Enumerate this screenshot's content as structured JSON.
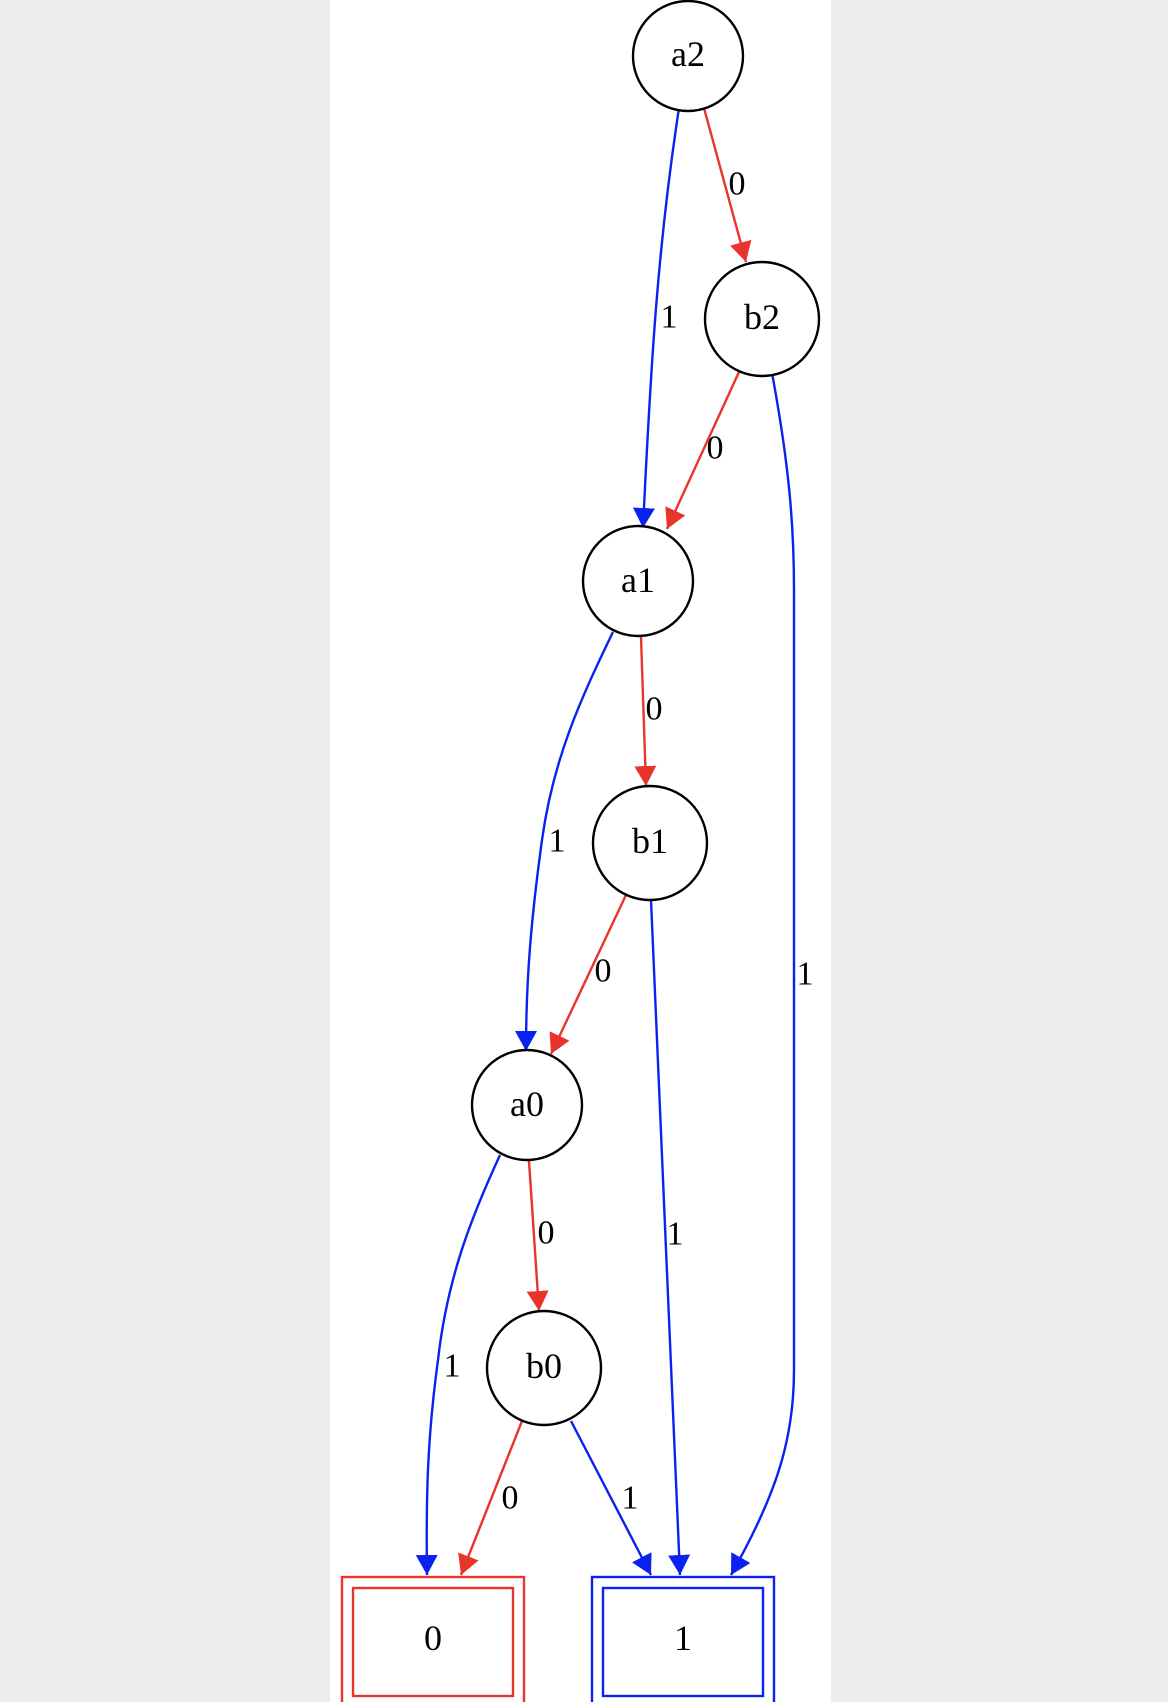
{
  "colors": {
    "edge_zero": "#e8342a",
    "edge_one": "#0a22f0",
    "terminal_zero": "#e8342a",
    "terminal_one": "#0a22f0",
    "node_stroke": "#000000",
    "page_background": "#ececec",
    "panel_background": "#ffffff"
  },
  "nodes": {
    "a2": "a2",
    "b2": "b2",
    "a1": "a1",
    "b1": "b1",
    "a0": "a0",
    "b0": "b0"
  },
  "terminals": {
    "zero": "0",
    "one": "1"
  },
  "edges": {
    "a2_b2": "0",
    "a2_a1": "1",
    "b2_a1": "0",
    "b2_one": "1",
    "a1_b1": "0",
    "a1_a0": "1",
    "b1_a0": "0",
    "b1_one": "1",
    "a0_b0": "0",
    "a0_zero": "1",
    "b0_zero": "0",
    "b0_one": "1"
  }
}
